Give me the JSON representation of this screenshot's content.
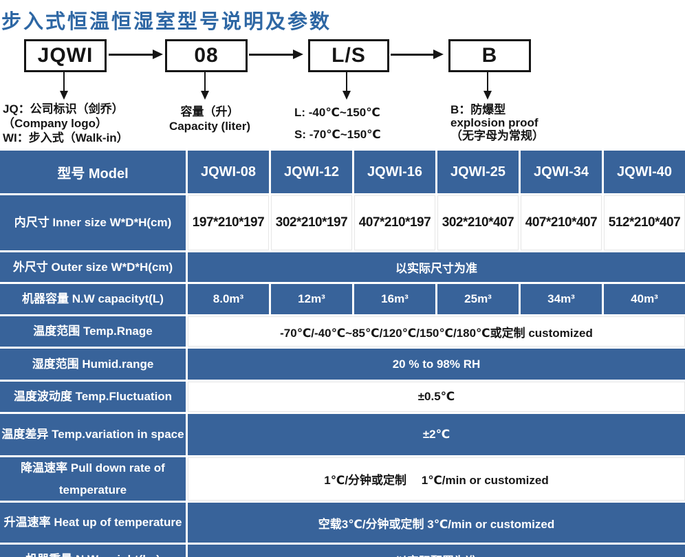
{
  "title": "步入式恒温恒湿室型号说明及参数",
  "diagram": {
    "boxes": [
      {
        "label": "JQWI",
        "note": "JQ：公司标识（剑乔）\n（Company logo）\nWI：步入式（Walk-in）"
      },
      {
        "label": "08",
        "note": "容量（升）\nCapacity (liter)"
      },
      {
        "label": "L/S",
        "note": "L: -40℃~150℃\nS: -70℃~150℃"
      },
      {
        "label": "B",
        "note": "B：防爆型\nexplosion proof\n（无字母为常规）"
      }
    ]
  },
  "table": {
    "header": {
      "model_label": "型号 Model",
      "models": [
        "JQWI-08",
        "JQWI-12",
        "JQWI-16",
        "JQWI-25",
        "JQWI-34",
        "JQWI-40"
      ]
    },
    "rows": [
      {
        "label": "内尺寸 Inner size W*D*H(cm)",
        "values": [
          "197*210*197",
          "302*210*197",
          "407*210*197",
          "302*210*407",
          "407*210*407",
          "512*210*407"
        ]
      },
      {
        "label": "外尺寸 Outer size W*D*H(cm)",
        "value": "以实际尺寸为准"
      },
      {
        "label": "机器容量 N.W capacityt(L)",
        "values": [
          "8.0m³",
          "12m³",
          "16m³",
          "25m³",
          "34m³",
          "40m³"
        ]
      },
      {
        "label": "温度范围 Temp.Rnage",
        "value": "-70℃/-40℃~85℃/120℃/150℃/180℃或定制 customized"
      },
      {
        "label": "湿度范围 Humid.range",
        "value": "20 % to 98% RH"
      },
      {
        "label": "温度波动度 Temp.Fluctuation",
        "value": "±0.5℃"
      },
      {
        "label": "温度差异 Temp.variation in space",
        "value": "±2℃"
      },
      {
        "label": "降温速率 Pull down rate of temperature",
        "value": "1℃/分钟或定制　 1℃/min or customized"
      },
      {
        "label": "升温速率 Heat up of temperature",
        "value": "空载3℃/分钟或定制 3℃/min or customized"
      },
      {
        "label": "机器重量 N.W weight(kg)",
        "value": "以实际配置为准"
      }
    ]
  },
  "colors": {
    "cell_blue": "#38639a",
    "title_blue": "#2e67a4",
    "diagram_ink": "#151515"
  }
}
